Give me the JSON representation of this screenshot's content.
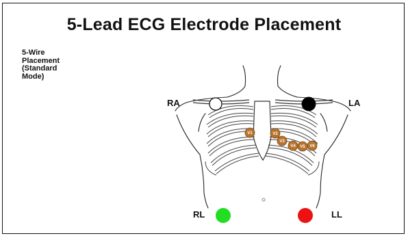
{
  "title": "5-Lead ECG Electrode Placement",
  "caption": [
    "5-Wire",
    "Placement",
    "(Standard",
    "Mode)"
  ],
  "labels": {
    "ra": "RA",
    "la": "LA",
    "rl": "RL",
    "ll": "LL"
  },
  "electrodes": {
    "ra_color": "#ffffff",
    "la_color": "#000000",
    "rl_color": "#22dd22",
    "ll_color": "#ee1111",
    "v_color": "#b8732d"
  },
  "v_leads": [
    "V1",
    "V2",
    "V3",
    "V4",
    "V5",
    "V6"
  ]
}
